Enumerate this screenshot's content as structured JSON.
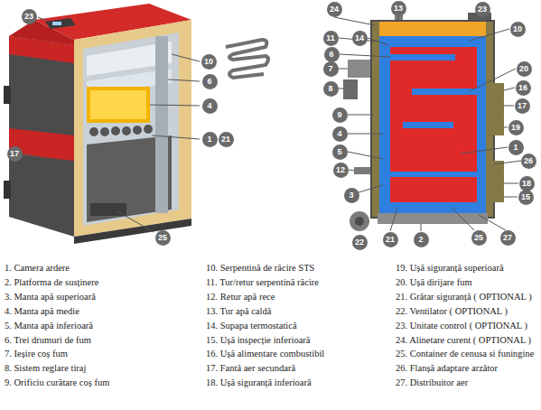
{
  "diagram": {
    "nodes": [
      {
        "text": [
          "23"
        ]
      },
      {
        "text": [
          "10"
        ]
      },
      {
        "text": [
          "6"
        ]
      },
      {
        "text": [
          "4"
        ]
      },
      {
        "text": [
          "1"
        ]
      },
      {
        "text": [
          "21"
        ]
      },
      {
        "text": [
          "17"
        ]
      },
      {
        "text": [
          "25"
        ]
      },
      {
        "text": [
          "24"
        ]
      },
      {
        "text": [
          "13"
        ]
      },
      {
        "text": [
          "23"
        ]
      },
      {
        "text": [
          "10"
        ]
      },
      {
        "text": [
          "11"
        ]
      },
      {
        "text": [
          "14"
        ]
      },
      {
        "text": [
          "6"
        ]
      },
      {
        "text": [
          "7"
        ]
      },
      {
        "text": [
          "8"
        ]
      },
      {
        "text": [
          "9"
        ]
      },
      {
        "text": [
          "4"
        ]
      },
      {
        "text": [
          "5"
        ]
      },
      {
        "text": [
          "12"
        ]
      },
      {
        "text": [
          "3"
        ]
      },
      {
        "text": [
          "20"
        ]
      },
      {
        "text": [
          "16"
        ]
      },
      {
        "text": [
          "17"
        ]
      },
      {
        "text": [
          "19"
        ]
      },
      {
        "text": [
          "1"
        ]
      },
      {
        "text": [
          "26"
        ]
      },
      {
        "text": [
          "18"
        ]
      },
      {
        "text": [
          "15"
        ]
      },
      {
        "text": [
          "22"
        ]
      },
      {
        "text": [
          "21"
        ]
      },
      {
        "text": [
          "2"
        ]
      },
      {
        "text": [
          "25"
        ]
      },
      {
        "text": [
          "27"
        ]
      }
    ],
    "labels": [
      "1. Camera ardere",
      "2. Platforma de susținere",
      "3. Manta apă superioară",
      "4. Manta apă medie",
      "5. Manta apă inferioară",
      "6. Trei drumuri de fum",
      "7. Ieșire coș fum",
      "8. Sistem reglare tiraj",
      "9. Orificiu curătare coș fum",
      "10. Serpentină de răcire STS",
      "11. Tur/retur serpentină răcire",
      "12. Retur apă rece",
      "13. Tur apă caldă",
      "14. Supapa termostatică",
      "15. Ușă inspecție inferioară",
      "16. Ușă alimentare combustibil",
      "17. Fantă aer secundară",
      "18. Ușă siguranță inferioară",
      "19. Ușă siguranță superioară",
      "20. Ușă dirijare fum",
      "21. Grătar siguranță ( OPTIONAL )",
      "22. Ventilator ( OPTIONAL )",
      "23. Unitate control ( OPTIONAL )",
      "24. Alinetare curent ( OPTIONAL )",
      "25. Container de cenusa si funingine",
      "26. Flanșă adaptare arzător",
      "27. Distribuitor aer"
    ]
  }
}
